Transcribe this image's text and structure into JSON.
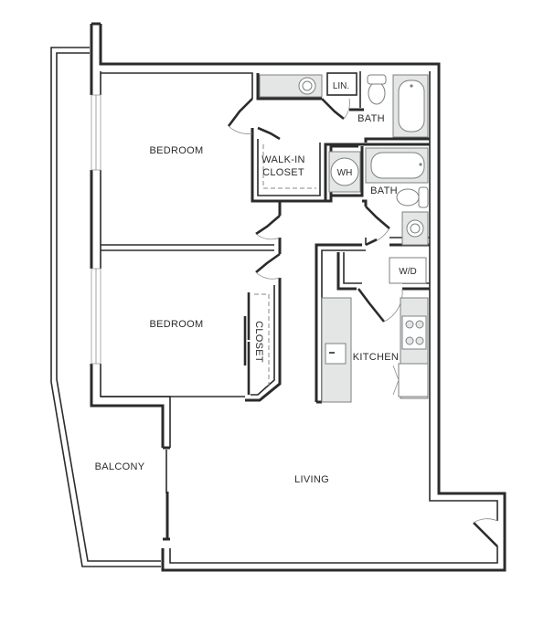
{
  "rooms": {
    "bedroom_1": "BEDROOM",
    "bedroom_2": "BEDROOM",
    "walk_in_closet_line1": "WALK-IN",
    "walk_in_closet_line2": "CLOSET",
    "closet": "CLOSET",
    "linen": "LIN.",
    "bath_1": "BATH",
    "bath_2": "BATH",
    "water_heater": "WH",
    "washer_dryer": "W/D",
    "kitchen": "KITCHEN",
    "living": "LIVING",
    "balcony": "BALCONY"
  }
}
